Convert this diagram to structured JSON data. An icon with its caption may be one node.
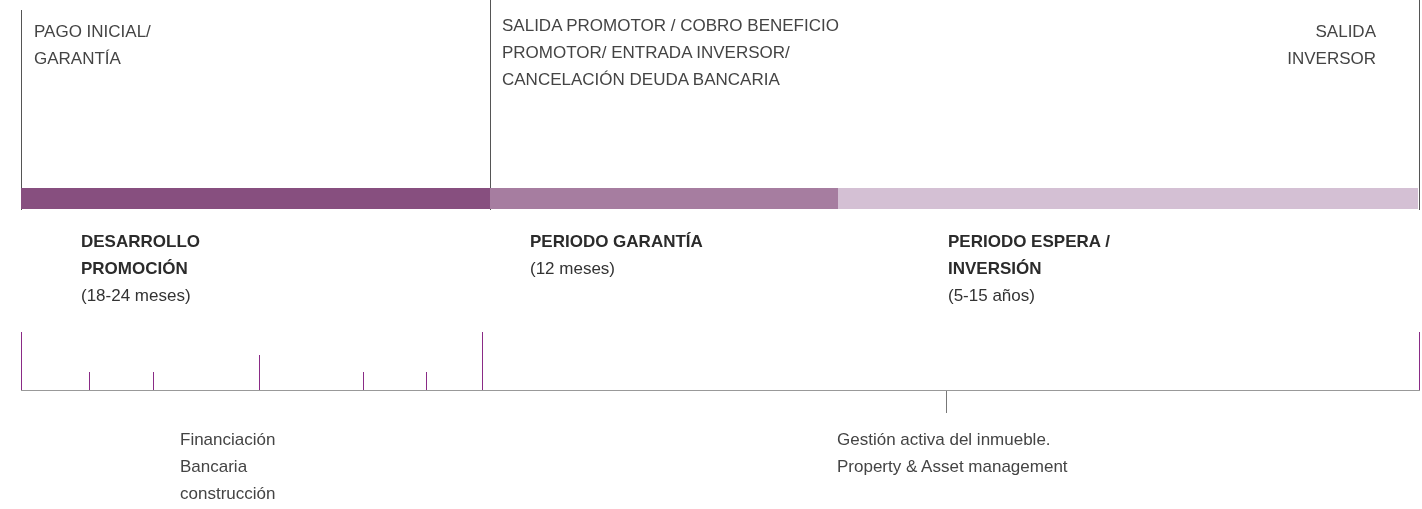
{
  "diagram": {
    "nodes": [
      {
        "text": [],
        "shape": "bar"
      },
      {
        "text": [],
        "shape": "bar"
      },
      {
        "text": [],
        "shape": "bar"
      },
      {
        "text": [
          "DESARROLLO PROMOCIÓN",
          "(18-24 meses)"
        ]
      },
      {
        "text": [
          "PERIODO GARANTÍA",
          "(12 meses)"
        ]
      },
      {
        "text": [
          "PERIODO ESPERA / INVERSIÓN",
          "(5-15 años)"
        ]
      }
    ],
    "labels": [
      "PAGO INICIAL/ GARANTÍA",
      "SALIDA PROMOTOR / COBRO BENEFICIO PROMOTOR/ ENTRADA INVERSOR/ CANCELACIÓN DEUDA BANCARIA",
      "SALIDA INVERSOR",
      "Financiación Bancaria construcción",
      "Gestión activa del inmueble. Property & Asset management"
    ]
  }
}
